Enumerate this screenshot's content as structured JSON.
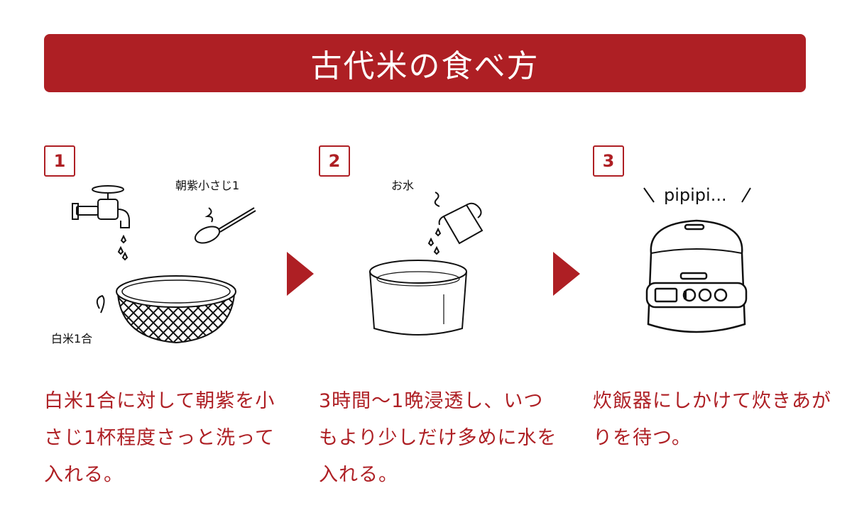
{
  "title": "古代米の食べ方",
  "colors": {
    "accent": "#ae1f24",
    "line": "#111111"
  },
  "steps": [
    {
      "number": "1",
      "labels": {
        "spoon": "朝紫小さじ1",
        "bowl": "白米1合"
      },
      "text": "白米1合に対して朝紫を小さじ1杯程度さっと洗って入れる。"
    },
    {
      "number": "2",
      "labels": {
        "water": "お水"
      },
      "text": "3時間〜1晩浸透し、いつもより少しだけ多めに水を入れる。"
    },
    {
      "number": "3",
      "labels": {
        "sound": "pipipi..."
      },
      "text": "炊飯器にしかけて炊きあがりを待つ。"
    }
  ]
}
